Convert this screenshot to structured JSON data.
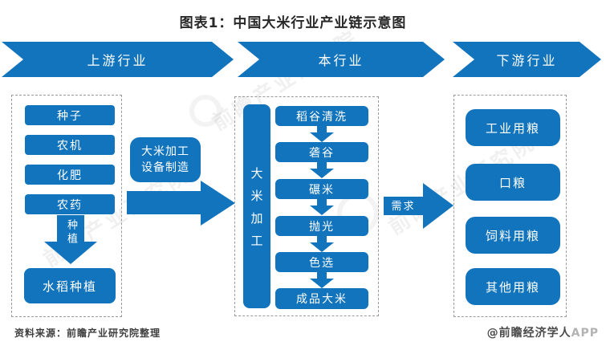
{
  "title": "图表1：中国大米行业产业链示意图",
  "colors": {
    "primary": "#1274bd",
    "dashed_border": "#9a9a9a",
    "title_ink": "#282828"
  },
  "banner": {
    "stages": [
      {
        "label": "上游行业"
      },
      {
        "label": "本行业"
      },
      {
        "label": "下游行业"
      }
    ]
  },
  "upstream": {
    "inputs": [
      "种子",
      "农机",
      "化肥",
      "农药"
    ],
    "arrow_label": "种植",
    "result": "水稻种植"
  },
  "equipment": {
    "label": "大米加工设备制造"
  },
  "midstream": {
    "side_label": "大米加工",
    "steps": [
      "稻谷清洗",
      "砻谷",
      "碾米",
      "抛光",
      "色选",
      "成品大米"
    ]
  },
  "demand": {
    "label": "需求"
  },
  "downstream": {
    "uses": [
      "工业用粮",
      "口粮",
      "饲料用粮",
      "其他用粮"
    ]
  },
  "footer": {
    "source": "资料来源：前瞻产业研究院整理",
    "brand": "@前瞻经济学人",
    "brand_suffix": "APP"
  },
  "watermark": {
    "text": "前瞻产业研究院"
  }
}
